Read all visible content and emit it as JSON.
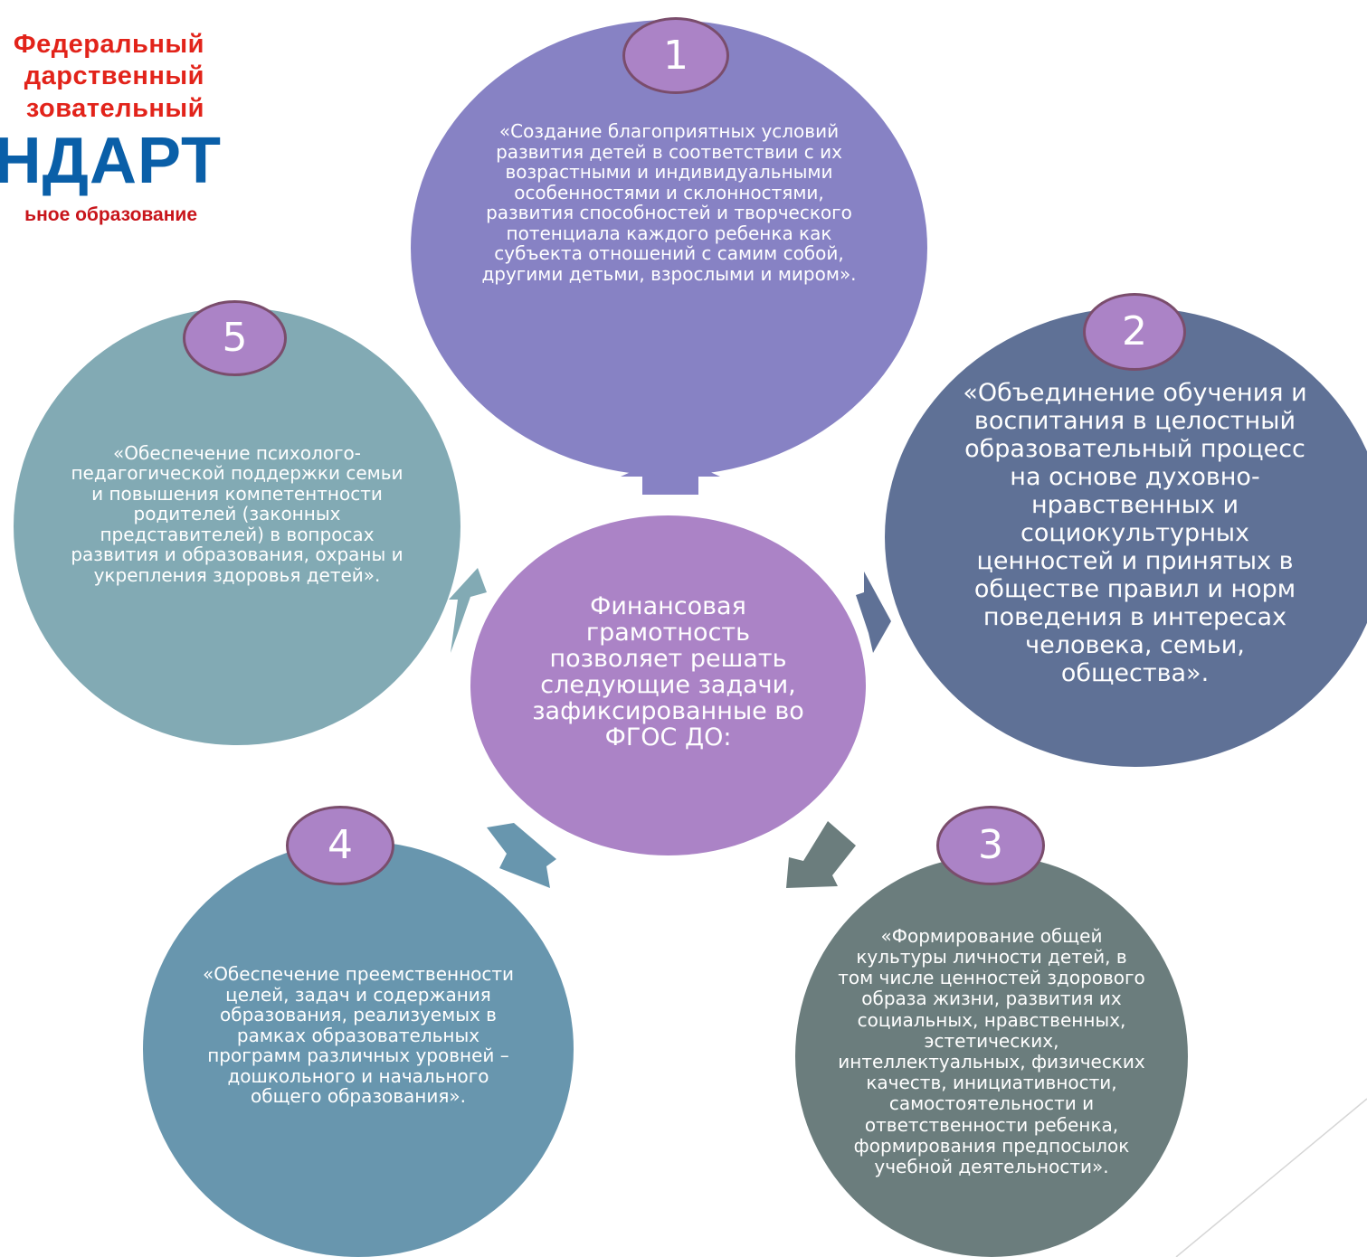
{
  "logo": {
    "line1": "Федеральный",
    "line2": "дарственный",
    "line3": "зовательный",
    "line4": "НДАРТ",
    "line5": "ьное образование"
  },
  "center": {
    "text": "Финансовая грамотность позволяет решать следующие задачи, зафиксированные во ФГОС ДО:"
  },
  "tasks": [
    {
      "number": "1",
      "text": "«Создание благоприятных условий развития детей в соответствии с их возрастными и индивидуальными особенностями и склонностями, развития способностей и творческого потенциала каждого ребенка как субъекта отношений с самим собой, другими детьми, взрослыми и миром»."
    },
    {
      "number": "2",
      "text": "«Объединение обучения и воспитания в целостный образовательный процесс на основе духовно-нравственных и социокультурных ценностей и принятых в обществе правил и норм поведения в интересах человека, семьи, общества»."
    },
    {
      "number": "3",
      "text": "«Формирование общей культуры личности детей, в том числе ценностей здорового образа жизни, развития их социальных, нравственных, эстетических, интеллектуальных, физических качеств, инициативности, самостоятельности и ответственности ребенка, формирования предпосылок учебной деятельности»."
    },
    {
      "number": "4",
      "text": "«Обеспечение преемственности целей, задач и содержания образования, реализуемых в рамках образовательных программ различных уровней – дошкольного и начального общего образования»."
    },
    {
      "number": "5",
      "text": "«Обеспечение психолого-педагогической поддержки семьи и повышения компетентности родителей (законных представителей) в вопросах развития и образования, охраны и укрепления здоровья детей»."
    }
  ],
  "colors": {
    "task1": "#8782c4",
    "task2": "#5f7196",
    "task3": "#6b7d7d",
    "task4": "#6896ae",
    "task5": "#82aab4",
    "center": "#ab83c6",
    "badge_border": "#7a4d6c"
  }
}
